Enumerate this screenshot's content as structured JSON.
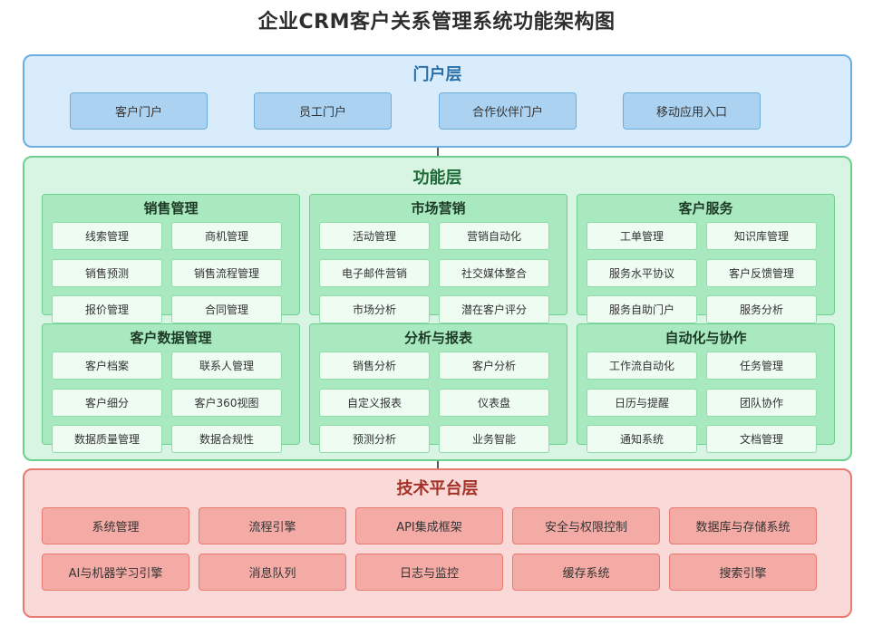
{
  "title": "企业CRM客户关系管理系统功能架构图",
  "portal_layer": {
    "title": "门户层",
    "items": [
      "客户门户",
      "员工门户",
      "合作伙伴门户",
      "移动应用入口"
    ]
  },
  "function_layer": {
    "title": "功能层",
    "groups": [
      {
        "title": "销售管理",
        "items": [
          "线索管理",
          "商机管理",
          "销售预测",
          "销售流程管理",
          "报价管理",
          "合同管理"
        ]
      },
      {
        "title": "市场营销",
        "items": [
          "活动管理",
          "营销自动化",
          "电子邮件营销",
          "社交媒体整合",
          "市场分析",
          "潜在客户评分"
        ]
      },
      {
        "title": "客户服务",
        "items": [
          "工单管理",
          "知识库管理",
          "服务水平协议",
          "客户反馈管理",
          "服务自助门户",
          "服务分析"
        ]
      },
      {
        "title": "客户数据管理",
        "items": [
          "客户档案",
          "联系人管理",
          "客户细分",
          "客户360视图",
          "数据质量管理",
          "数据合规性"
        ]
      },
      {
        "title": "分析与报表",
        "items": [
          "销售分析",
          "客户分析",
          "自定义报表",
          "仪表盘",
          "预测分析",
          "业务智能"
        ]
      },
      {
        "title": "自动化与协作",
        "items": [
          "工作流自动化",
          "任务管理",
          "日历与提醒",
          "团队协作",
          "通知系统",
          "文档管理"
        ]
      }
    ]
  },
  "tech_layer": {
    "title": "技术平台层",
    "items": [
      "系统管理",
      "流程引擎",
      "API集成框架",
      "安全与权限控制",
      "数据库与存储系统",
      "AI与机器学习引擎",
      "消息队列",
      "日志与监控",
      "缓存系统",
      "搜索引擎"
    ]
  }
}
